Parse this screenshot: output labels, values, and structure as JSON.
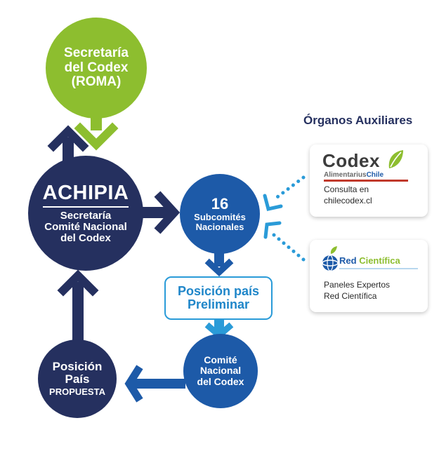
{
  "title": "Órganos Auxiliares",
  "colors": {
    "green": "#8dbe2f",
    "navy": "#25305f",
    "blue": "#1d5aa8",
    "cyan": "#2a9bd8"
  },
  "nodes": {
    "roma": {
      "line1": "Secretaría",
      "line2": "del Codex",
      "line3": "(ROMA)"
    },
    "achipia": {
      "name": "ACHIPIA",
      "line1": "Secretaría",
      "line2": "Comité Nacional",
      "line3": "del Codex"
    },
    "subcomites": {
      "number": "16",
      "line1": "Subcomités",
      "line2": "Nacionales"
    },
    "posicion_preliminar": {
      "line1": "Posición país",
      "line2": "Preliminar"
    },
    "comite_nacional": {
      "line1": "Comité",
      "line2": "Nacional",
      "line3": "del Codex"
    },
    "posicion_propuesta": {
      "line1": "Posición",
      "line2": "País",
      "line3": "PROPUESTA"
    }
  },
  "cards": {
    "codex": {
      "logo_word": "Codex",
      "logo_sub_a": "Alimentarius",
      "logo_sub_b": "Chile",
      "logo_icon": "leaf-icon",
      "line1": "Consulta en",
      "line2": "chilecodex.cl"
    },
    "red": {
      "logo_word_a": "Red",
      "logo_word_b": "Científica",
      "logo_icon": "globe-leaf-icon",
      "line1": "Paneles Expertos",
      "line2": "Red Científica"
    }
  }
}
